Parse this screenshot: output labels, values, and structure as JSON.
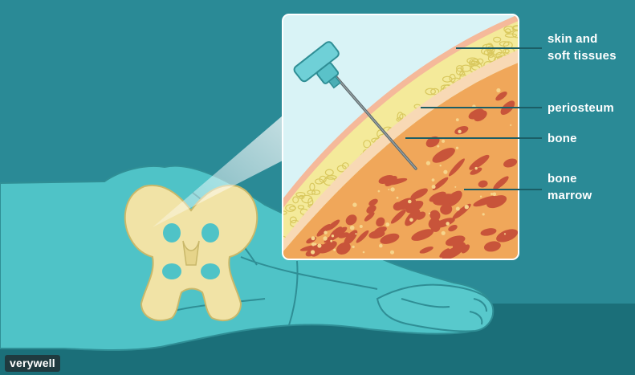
{
  "labels": {
    "skin": "skin and\nsoft tissues",
    "periosteum": "periosteum",
    "bone": "bone",
    "marrow": "bone\nmarrow"
  },
  "brand": "verywell",
  "colors": {
    "background": "#2a8a96",
    "floor": "#1b6f79",
    "body": "#4fc3c7",
    "pelvis": "#f1e3a6",
    "fat": "#f4ea9a",
    "marrow": "#f0a75a",
    "trabecula": "#c8543a",
    "periosteum": "#f5c7a0",
    "leader_line": "#1b5e66"
  },
  "icons": [
    "biopsy-needle-icon",
    "pelvis-bone-icon"
  ]
}
